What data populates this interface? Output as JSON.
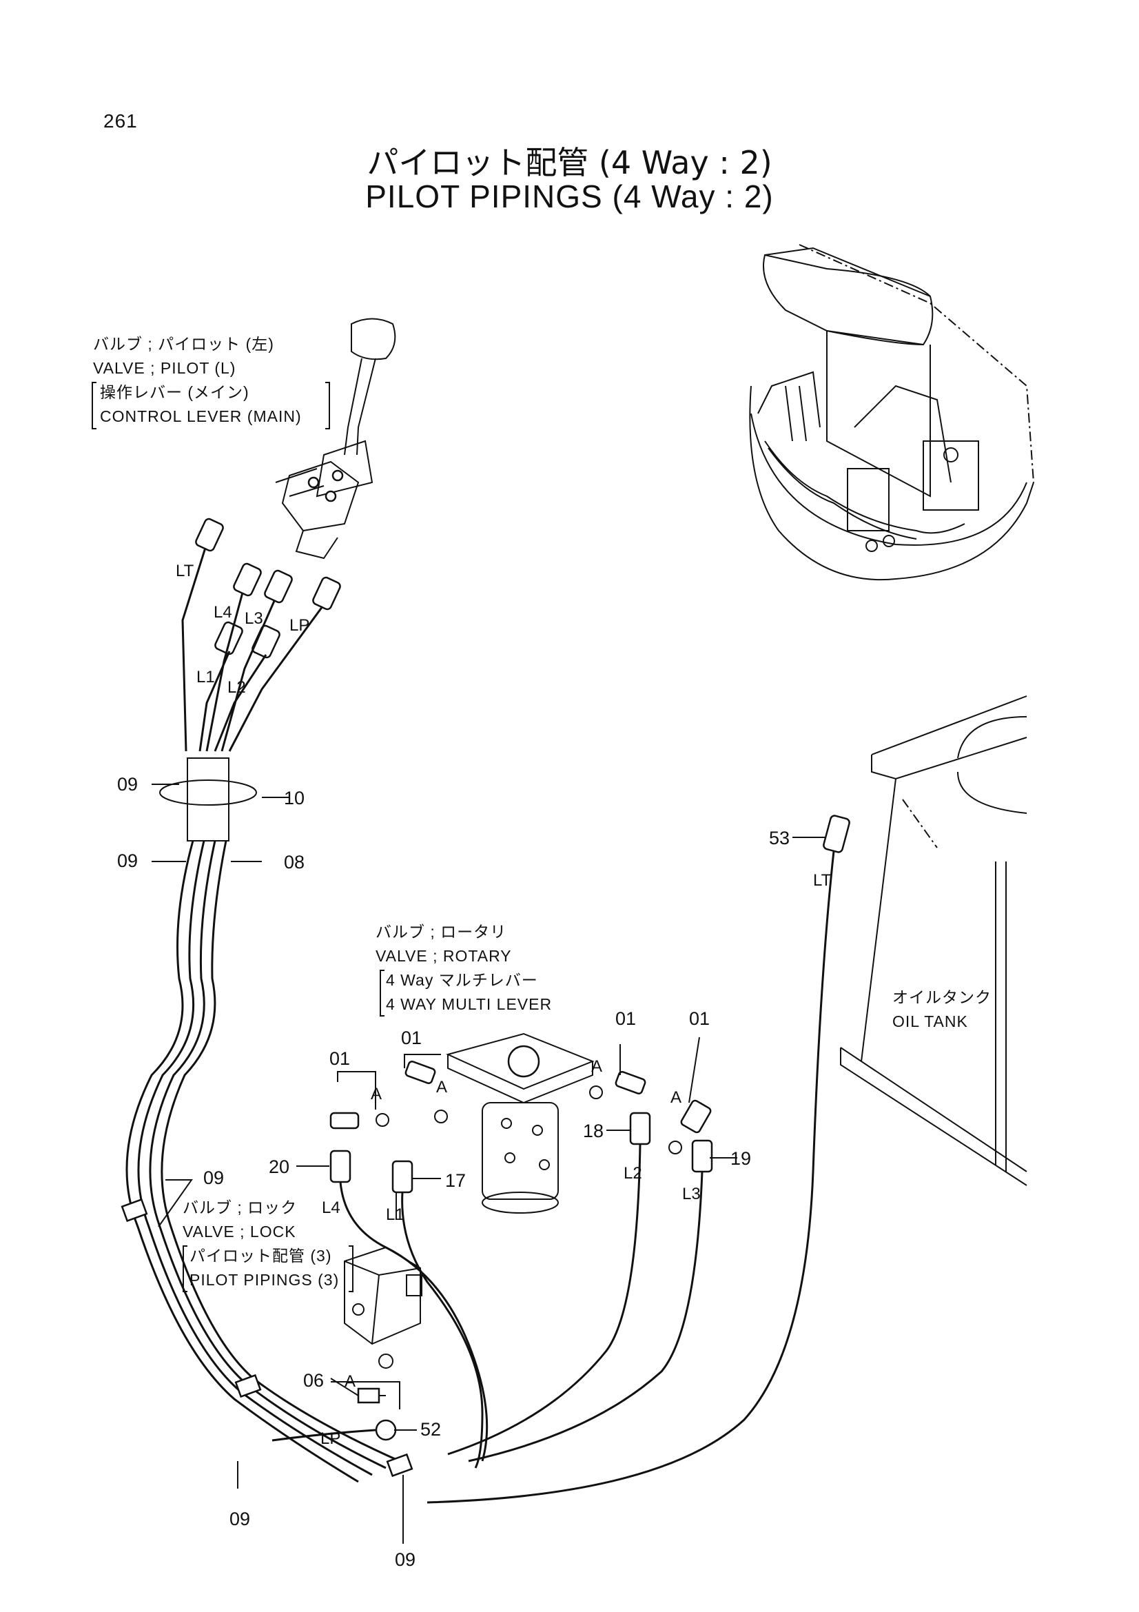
{
  "page_number": "261",
  "title_jp": "パイロット配管 (4 Way : 2)",
  "title_en": "PILOT PIPINGS (4 Way : 2)",
  "notes": {
    "pilot_valve": [
      "バルブ ; パイロット (左)",
      "VALVE ; PILOT (L)",
      "操作レバー (メイン)",
      "CONTROL LEVER (MAIN)"
    ],
    "rotary_valve": [
      "バルブ ; ロータリ",
      "VALVE ; ROTARY",
      "4 Way マルチレバー",
      "4 WAY MULTI LEVER"
    ],
    "lock_valve": [
      "バルブ ; ロック",
      "VALVE ; LOCK",
      "パイロット配管 (3)",
      "PILOT PIPINGS (3)"
    ],
    "oil_tank": [
      "オイルタンク",
      "OIL TANK"
    ]
  },
  "pipe_labels": {
    "lt_top": "LT",
    "l4_top": "L4",
    "l3_top": "L3",
    "lp_top": "LP",
    "l1_top": "L1",
    "l2_top": "L2",
    "l4_low": "L4",
    "l1_low": "L1",
    "l2_low": "L2",
    "l3_low": "L3",
    "lt_right": "LT",
    "lp_low": "LP"
  },
  "part_numbers": {
    "p09_a": "09",
    "p10": "10",
    "p09_b": "09",
    "p08": "08",
    "p53": "53",
    "p01_a": "01",
    "p01_b": "01",
    "p01_c": "01",
    "p01_d": "01",
    "p18": "18",
    "p20": "20",
    "p17": "17",
    "p19": "19",
    "p09_c": "09",
    "p06": "06",
    "p52": "52",
    "p09_d": "09",
    "p09_e": "09"
  },
  "port_marks": {
    "a1": "A",
    "a2": "A",
    "a3": "A",
    "a4": "A",
    "a5": "A"
  }
}
